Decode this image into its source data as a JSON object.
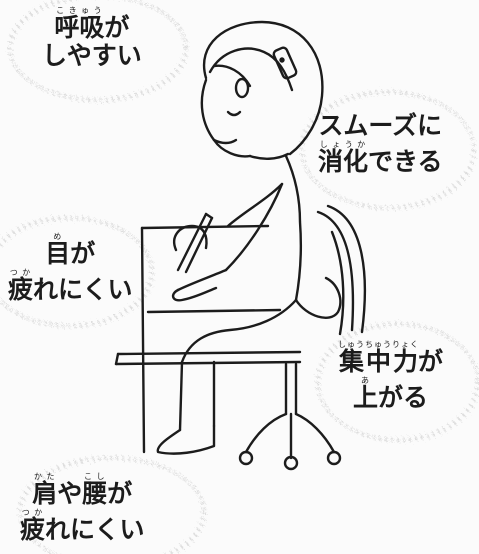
{
  "callouts": {
    "breathing": {
      "line1_word": "呼吸",
      "line1_ruby": "こきゅう",
      "line1_rest": "が",
      "line2": "しやすい"
    },
    "digestion": {
      "line1": "スムーズに",
      "line2_word": "消化",
      "line2_ruby": "しょうか",
      "line2_rest": "できる"
    },
    "eyes": {
      "line1_word": "目",
      "line1_ruby": "め",
      "line1_rest": "が",
      "line2_word": "疲",
      "line2_ruby": "つか",
      "line2_rest": "れにくい"
    },
    "focus": {
      "line1_word": "集中力",
      "line1_ruby": "しゅうちゅうりょく",
      "line1_rest": "が",
      "line2_word": "上",
      "line2_ruby": "あ",
      "line2_rest": "がる"
    },
    "shoulders": {
      "line1_word1": "肩",
      "line1_ruby1": "かた",
      "line1_mid": "や",
      "line1_word2": "腰",
      "line1_ruby2": "こし",
      "line1_rest": "が",
      "line2_word": "疲",
      "line2_ruby": "つか",
      "line2_rest": "れにくい"
    }
  },
  "illustration": {
    "subject": "child-sitting-at-desk-icon",
    "ink_color": "#1c1c1c",
    "cloud_color": "#bdbdbd"
  }
}
